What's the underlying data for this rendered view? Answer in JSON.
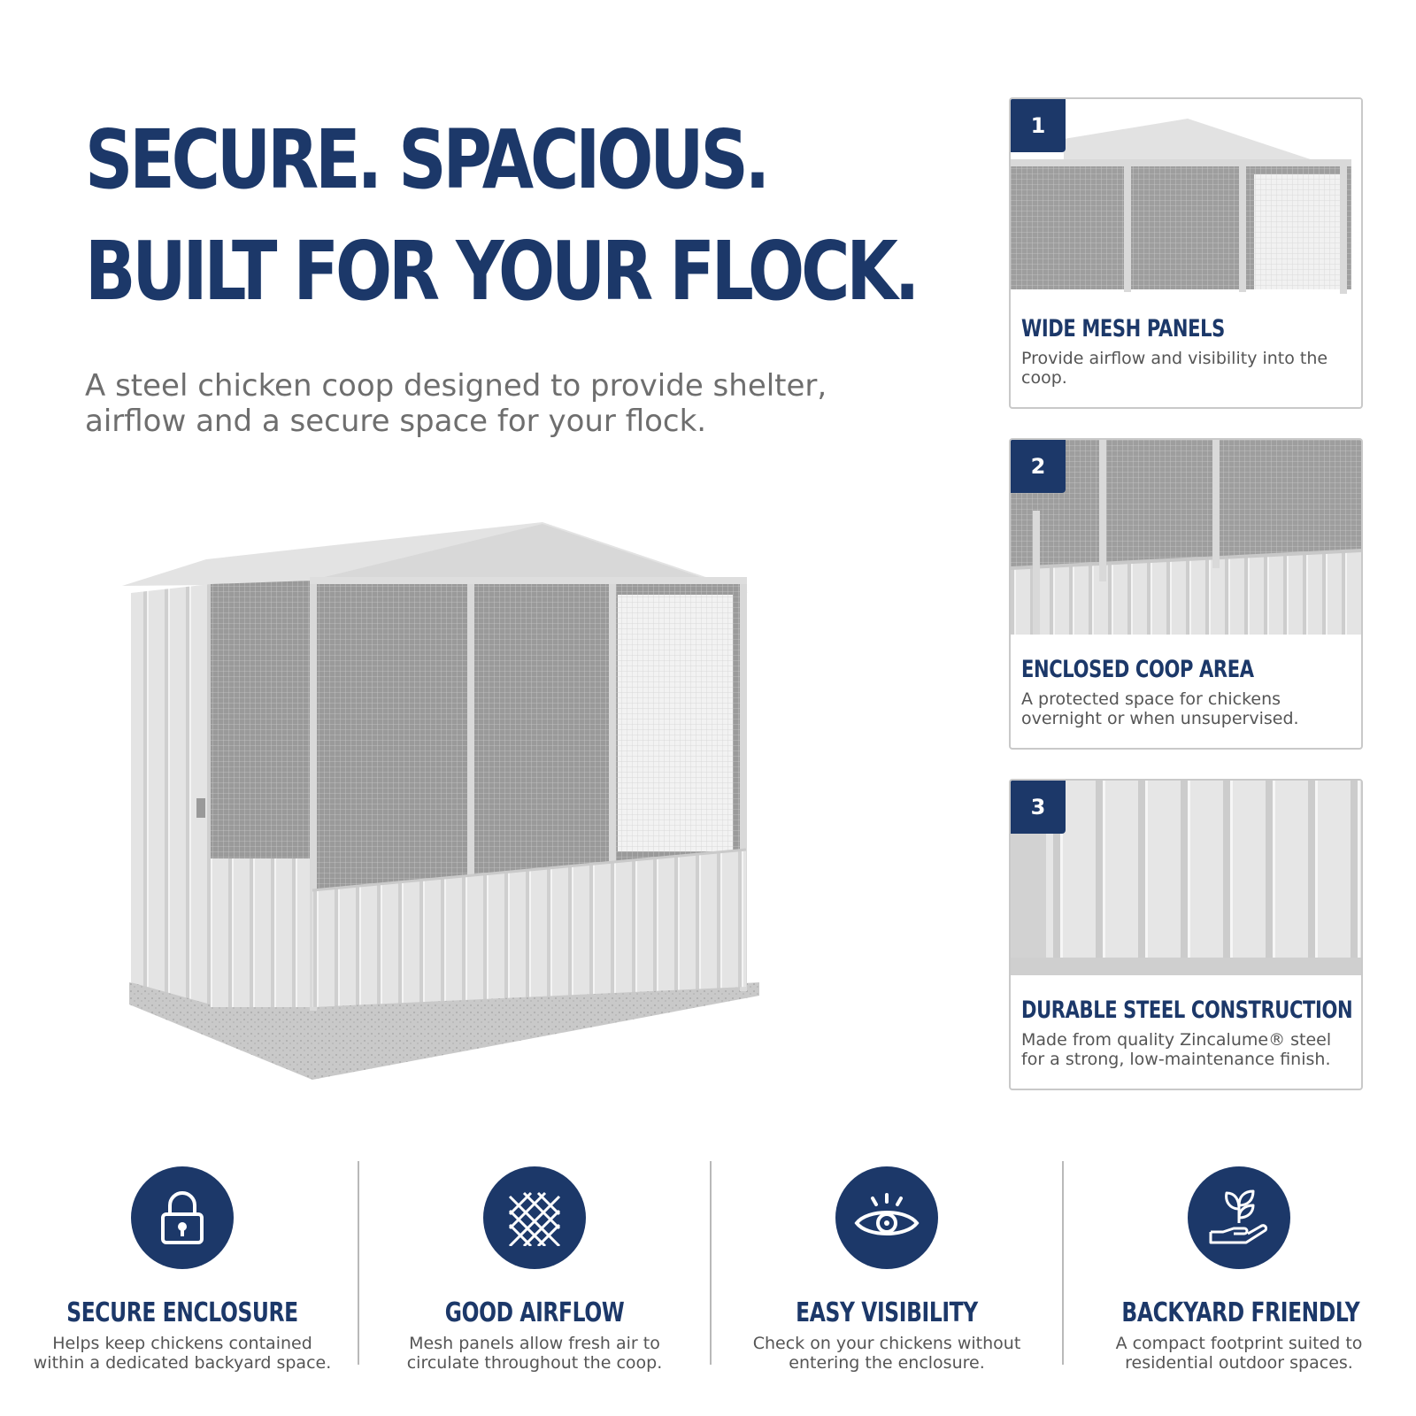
{
  "headline": {
    "line1": "SECURE. SPACIOUS.",
    "line2": "BUILT FOR YOUR FLOCK."
  },
  "subtitle": "A steel chicken coop designed to provide shelter, airflow and a secure space for your flock.",
  "cards": [
    {
      "number": "1",
      "title": "WIDE MESH PANELS",
      "description": "Provide airflow and visibility into the coop."
    },
    {
      "number": "2",
      "title": "ENCLOSED COOP AREA",
      "description": "A protected space for chickens overnight or when unsupervised."
    },
    {
      "number": "3",
      "title": "DURABLE STEEL CONSTRUCTION",
      "description": "Made from quality  Zincalume® steel for a strong, low-maintenance finish."
    }
  ],
  "features": [
    {
      "icon": "padlock-icon",
      "title": "SECURE ENCLOSURE",
      "description": "Helps keep chickens contained within a dedicated backyard space."
    },
    {
      "icon": "mesh-icon",
      "title": "GOOD AIRFLOW",
      "description": "Mesh panels allow fresh air to circulate throughout the coop."
    },
    {
      "icon": "eye-icon",
      "title": "EASY VISIBILITY",
      "description": "Check on your chickens without entering the enclosure."
    },
    {
      "icon": "plant-in-hand-icon",
      "title": "BACKYARD FRIENDLY",
      "description": "A compact footprint suited to residential outdoor spaces."
    }
  ],
  "colors": {
    "brand_navy": "#1c3869",
    "body_gray": "#555555",
    "subtitle_gray": "#6e6e6e",
    "steel": "#dcdcdc"
  }
}
